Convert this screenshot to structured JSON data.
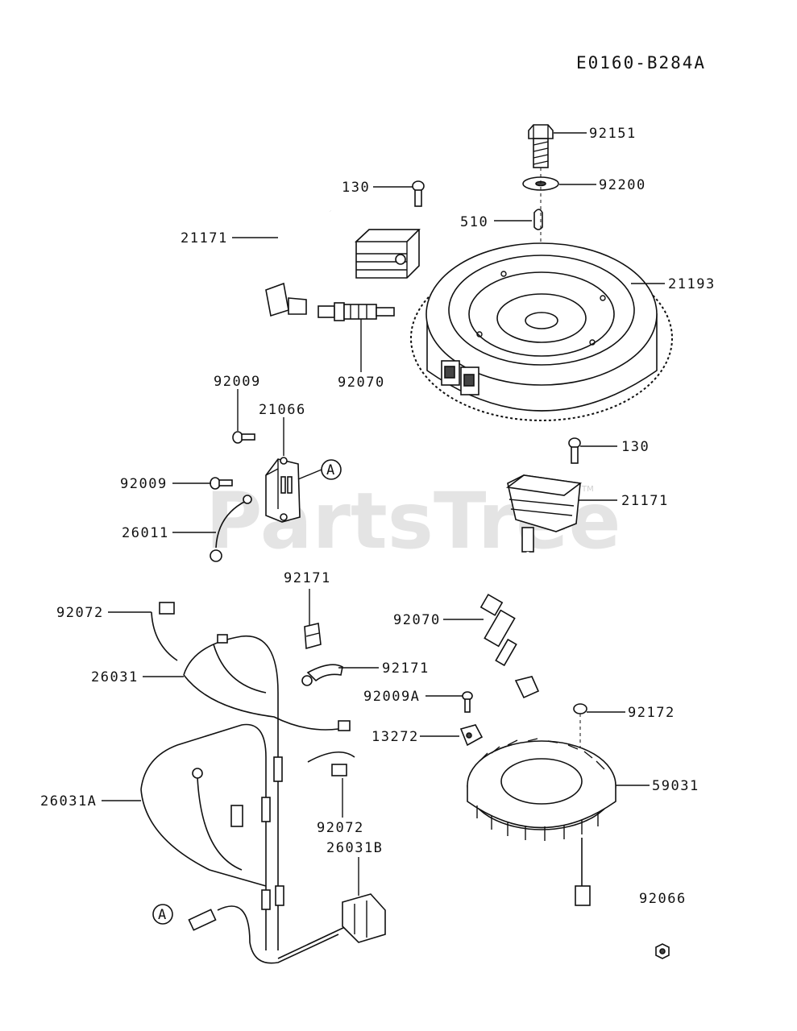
{
  "diagram_code": "E0160-B284A",
  "watermark": "PartsTree",
  "watermark_tm": "TM",
  "callout_marker": "A",
  "parts": [
    {
      "id": "p92151",
      "label": "92151"
    },
    {
      "id": "p92200",
      "label": "92200"
    },
    {
      "id": "p130a",
      "label": "130"
    },
    {
      "id": "p510",
      "label": "510"
    },
    {
      "id": "p21171a",
      "label": "21171"
    },
    {
      "id": "p21193",
      "label": "21193"
    },
    {
      "id": "p92070a",
      "label": "92070"
    },
    {
      "id": "p92009a",
      "label": "92009"
    },
    {
      "id": "p21066",
      "label": "21066"
    },
    {
      "id": "p92009b",
      "label": "92009"
    },
    {
      "id": "p26011",
      "label": "26011"
    },
    {
      "id": "p130b",
      "label": "130"
    },
    {
      "id": "p21171b",
      "label": "21171"
    },
    {
      "id": "p92171a",
      "label": "92171"
    },
    {
      "id": "p92072a",
      "label": "92072"
    },
    {
      "id": "p92070b",
      "label": "92070"
    },
    {
      "id": "p26031",
      "label": "26031"
    },
    {
      "id": "p92171b",
      "label": "92171"
    },
    {
      "id": "p92009A",
      "label": "92009A"
    },
    {
      "id": "p92172",
      "label": "92172"
    },
    {
      "id": "p13272",
      "label": "13272"
    },
    {
      "id": "p59031",
      "label": "59031"
    },
    {
      "id": "p26031A",
      "label": "26031A"
    },
    {
      "id": "p92072b",
      "label": "92072"
    },
    {
      "id": "p26031B",
      "label": "26031B"
    },
    {
      "id": "p92066",
      "label": "92066"
    }
  ]
}
